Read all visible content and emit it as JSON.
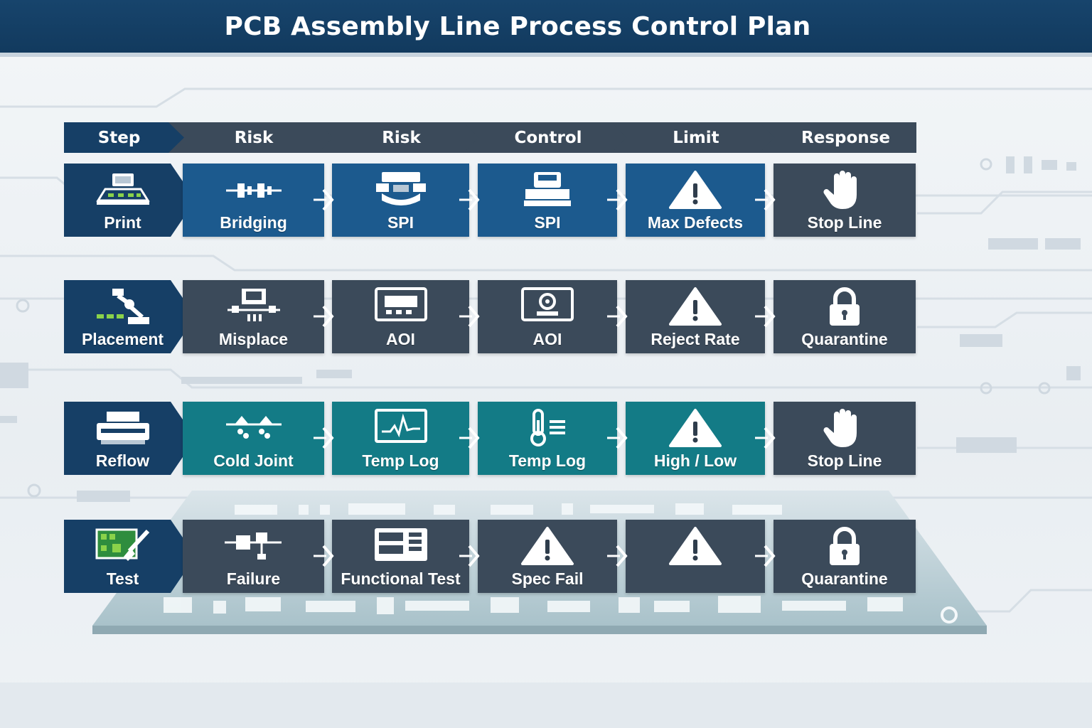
{
  "title": "PCB Assembly Line Process Control Plan",
  "headers": [
    "Step",
    "Risk",
    "Risk",
    "Control",
    "Limit",
    "Response"
  ],
  "colors": {
    "navy": "#163f66",
    "blue": "#1c5a8e",
    "teal": "#137b86",
    "slate": "#3b4a5a",
    "accent_green": "#7fcf3a"
  },
  "rows": [
    {
      "theme": "blue",
      "cells": [
        {
          "label": "Print",
          "icon": "stencil-printer-icon"
        },
        {
          "label": "Bridging",
          "icon": "solder-bridge-icon"
        },
        {
          "label": "SPI",
          "icon": "spi-inspection-icon"
        },
        {
          "label": "SPI",
          "icon": "spi-machine-icon"
        },
        {
          "label": "Max Defects",
          "icon": "warning-icon"
        },
        {
          "label": "Stop Line",
          "icon": "stop-hand-icon"
        }
      ]
    },
    {
      "theme": "slate",
      "cells": [
        {
          "label": "Placement",
          "icon": "robot-arm-icon"
        },
        {
          "label": "Misplace",
          "icon": "misplaced-chip-icon"
        },
        {
          "label": "AOI",
          "icon": "aoi-monitor-icon"
        },
        {
          "label": "AOI",
          "icon": "aoi-camera-icon"
        },
        {
          "label": "Reject Rate",
          "icon": "warning-icon"
        },
        {
          "label": "Quarantine",
          "icon": "lock-icon"
        }
      ]
    },
    {
      "theme": "teal",
      "cells": [
        {
          "label": "Reflow",
          "icon": "reflow-oven-icon"
        },
        {
          "label": "Cold Joint",
          "icon": "cold-joint-icon"
        },
        {
          "label": "Temp Log",
          "icon": "temp-chart-icon"
        },
        {
          "label": "Temp Log",
          "icon": "thermometer-icon"
        },
        {
          "label": "High / Low",
          "icon": "warning-icon"
        },
        {
          "label": "Stop Line",
          "icon": "stop-hand-icon"
        }
      ]
    },
    {
      "theme": "slate",
      "cells": [
        {
          "label": "Test",
          "icon": "test-board-icon"
        },
        {
          "label": "Failure",
          "icon": "failure-circuit-icon"
        },
        {
          "label": "Functional Test",
          "icon": "test-instrument-icon"
        },
        {
          "label": "Spec Fail",
          "icon": "warning-icon"
        },
        {
          "label": "",
          "icon": "warning-icon"
        },
        {
          "label": "Quarantine",
          "icon": "lock-icon"
        }
      ]
    }
  ]
}
